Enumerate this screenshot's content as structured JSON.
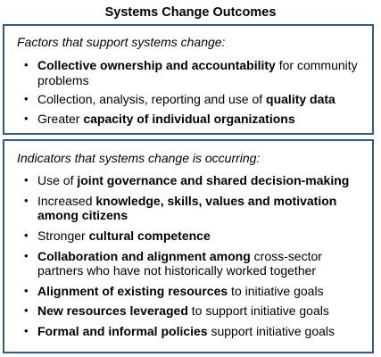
{
  "title": "Systems Change Outcomes",
  "colors": {
    "border": "#2f5897"
  },
  "factors": {
    "heading": "Factors that support systems change:",
    "items": [
      {
        "segments": [
          {
            "text": "Collective ownership and accountability",
            "bold": true
          },
          {
            "text": " for community problems",
            "bold": false
          }
        ]
      },
      {
        "segments": [
          {
            "text": "Collection, analysis, reporting and use of ",
            "bold": false
          },
          {
            "text": "quality data",
            "bold": true
          }
        ]
      },
      {
        "segments": [
          {
            "text": "Greater ",
            "bold": false
          },
          {
            "text": "capacity of individual organizations",
            "bold": true
          }
        ]
      }
    ]
  },
  "indicators": {
    "heading": "Indicators that systems change is occurring:",
    "items": [
      {
        "segments": [
          {
            "text": "Use of ",
            "bold": false
          },
          {
            "text": "joint governance and shared decision-making",
            "bold": true
          }
        ]
      },
      {
        "segments": [
          {
            "text": "Increased ",
            "bold": false
          },
          {
            "text": "knowledge, skills, values and motivation among citizens",
            "bold": true
          }
        ]
      },
      {
        "segments": [
          {
            "text": "Stronger ",
            "bold": false
          },
          {
            "text": "cultural competence",
            "bold": true
          }
        ]
      },
      {
        "segments": [
          {
            "text": "Collaboration and alignment among",
            "bold": true
          },
          {
            "text": " cross-sector partners who have not historically worked together",
            "bold": false
          }
        ]
      },
      {
        "segments": [
          {
            "text": "Alignment of existing resources",
            "bold": true
          },
          {
            "text": " to initiative goals",
            "bold": false
          }
        ]
      },
      {
        "segments": [
          {
            "text": "New resources leveraged",
            "bold": true
          },
          {
            "text": " to support initiative goals",
            "bold": false
          }
        ]
      },
      {
        "segments": [
          {
            "text": "Formal and informal policies",
            "bold": true
          },
          {
            "text": " support initiative goals",
            "bold": false
          }
        ]
      }
    ]
  }
}
